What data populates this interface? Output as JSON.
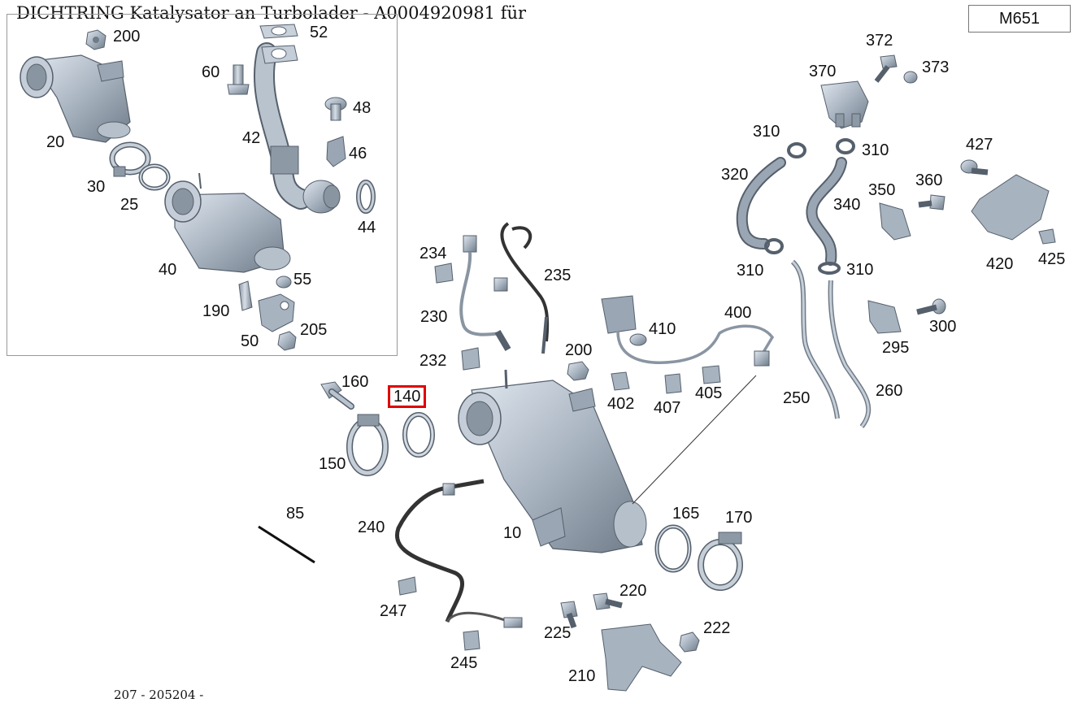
{
  "title": "DICHTRING Katalysator an Turbolader - A0004920981 für",
  "engine_code": "M651",
  "footer_code": "207 - 205204 -",
  "highlighted_part": "140",
  "highlight_color": "#e00000",
  "parts": {
    "p200a": "200",
    "p52": "52",
    "p60": "60",
    "p48": "48",
    "p20": "20",
    "p42": "42",
    "p46": "46",
    "p30": "30",
    "p25": "25",
    "p44": "44",
    "p40": "40",
    "p55": "55",
    "p190": "190",
    "p205": "205",
    "p50": "50",
    "p372": "372",
    "p370": "370",
    "p373": "373",
    "p310a": "310",
    "p310b": "310",
    "p427": "427",
    "p320": "320",
    "p350": "350",
    "p360": "360",
    "p340": "340",
    "p420": "420",
    "p425": "425",
    "p310c": "310",
    "p310d": "310",
    "p234": "234",
    "p235": "235",
    "p400": "400",
    "p230": "230",
    "p410": "410",
    "p300": "300",
    "p295": "295",
    "p232": "232",
    "p200b": "200",
    "p160": "160",
    "p140": "140",
    "p402": "402",
    "p407": "407",
    "p405": "405",
    "p250": "250",
    "p260": "260",
    "p150": "150",
    "p85": "85",
    "p165": "165",
    "p170": "170",
    "p240": "240",
    "p10": "10",
    "p220": "220",
    "p247": "247",
    "p225": "225",
    "p222": "222",
    "p245": "245",
    "p210": "210"
  }
}
